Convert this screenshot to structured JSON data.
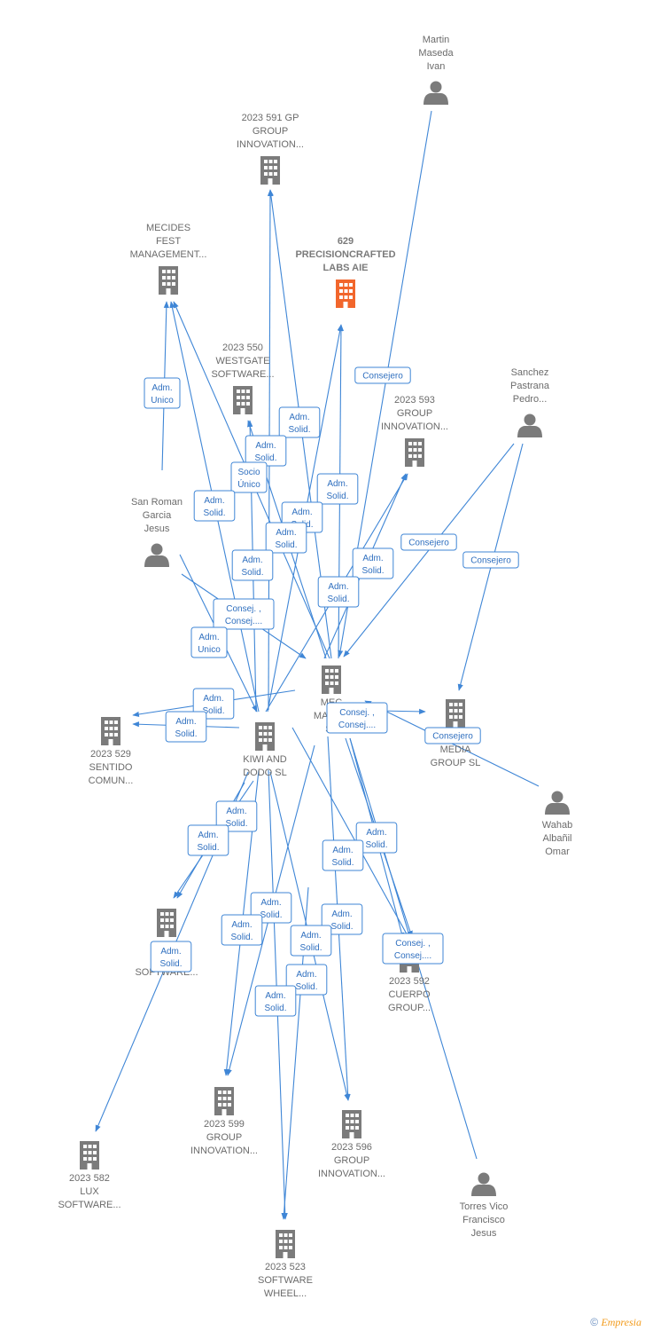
{
  "colors": {
    "edge": "#3f86d6",
    "node": "#7b7b7b",
    "focus": "#f2662c"
  },
  "footer": {
    "copyright": "©",
    "brand": "Empresia"
  },
  "nodes": [
    {
      "id": "martin",
      "kind": "person",
      "label": [
        "Martin",
        "Maseda",
        "Ivan"
      ]
    },
    {
      "id": "gp591",
      "kind": "company",
      "label": [
        "2023 591 GP",
        "GROUP",
        "INNOVATION..."
      ]
    },
    {
      "id": "mecides_fest",
      "kind": "company",
      "label": [
        "MECIDES",
        "FEST",
        "MANAGEMENT..."
      ]
    },
    {
      "id": "focus629",
      "kind": "focus",
      "label": [
        "629",
        "PRECISIONCRAFTED",
        "LABS AIE"
      ]
    },
    {
      "id": "westgate",
      "kind": "company",
      "label": [
        "2023 550",
        "WESTGATE",
        "SOFTWARE..."
      ]
    },
    {
      "id": "gi593",
      "kind": "company",
      "label": [
        "2023 593",
        "GROUP",
        "INNOVATION..."
      ]
    },
    {
      "id": "sanchez",
      "kind": "person",
      "label": [
        "Sanchez",
        "Pastrana",
        "Pedro..."
      ]
    },
    {
      "id": "sanroman",
      "kind": "person",
      "label": [
        "San Roman",
        "Garcia",
        "Jesus"
      ]
    },
    {
      "id": "mec_center",
      "kind": "company",
      "label": [
        "MEC",
        "MANAG",
        "SL"
      ]
    },
    {
      "id": "media",
      "kind": "company",
      "label": [
        "",
        "MEDIA",
        "GROUP  SL"
      ]
    },
    {
      "id": "sentido529",
      "kind": "company",
      "label": [
        "2023 529",
        "SENTIDO",
        "COMUN..."
      ]
    },
    {
      "id": "kiwi",
      "kind": "company",
      "label": [
        "KIWI AND",
        "DODO  SL"
      ]
    },
    {
      "id": "wahab",
      "kind": "person",
      "label": [
        "Wahab",
        "Albañil",
        "Omar"
      ]
    },
    {
      "id": "inn_software",
      "kind": "company",
      "label": [
        "2",
        "IN",
        "SOFTWARE..."
      ]
    },
    {
      "id": "cuerpo592",
      "kind": "company",
      "label": [
        "2023 592",
        "CUERPO",
        "GROUP..."
      ]
    },
    {
      "id": "gi599",
      "kind": "company",
      "label": [
        "2023 599",
        "GROUP",
        "INNOVATION..."
      ]
    },
    {
      "id": "gi596",
      "kind": "company",
      "label": [
        "2023 596",
        "GROUP",
        "INNOVATION..."
      ]
    },
    {
      "id": "lux582",
      "kind": "company",
      "label": [
        "2023 582",
        "LUX",
        "SOFTWARE..."
      ]
    },
    {
      "id": "torres",
      "kind": "person",
      "label": [
        "Torres Vico",
        "Francisco",
        "Jesus"
      ]
    },
    {
      "id": "wheel523",
      "kind": "company",
      "label": [
        "2023 523",
        "SOFTWARE",
        "WHEEL..."
      ]
    }
  ],
  "edge_labels": [
    {
      "id": "l1",
      "lines": [
        "Adm.",
        "Unico"
      ]
    },
    {
      "id": "l2",
      "lines": [
        "Consejero"
      ]
    },
    {
      "id": "l3",
      "lines": [
        "Adm.",
        "Solid."
      ]
    },
    {
      "id": "l4",
      "lines": [
        "Adm.",
        "Solid."
      ]
    },
    {
      "id": "l5",
      "lines": [
        "Socio",
        "Único"
      ]
    },
    {
      "id": "l6",
      "lines": [
        "Adm.",
        "Solid."
      ]
    },
    {
      "id": "l7",
      "lines": [
        "Adm.",
        "Solid."
      ]
    },
    {
      "id": "l8",
      "lines": [
        "Adm.",
        "Solid."
      ]
    },
    {
      "id": "l9",
      "lines": [
        "Consejero"
      ]
    },
    {
      "id": "l10",
      "lines": [
        "Adm.",
        "Solid."
      ]
    },
    {
      "id": "l11",
      "lines": [
        "Adm.",
        "Solid."
      ]
    },
    {
      "id": "l12",
      "lines": [
        "Consejero"
      ]
    },
    {
      "id": "l13",
      "lines": [
        "Adm.",
        "Solid."
      ]
    },
    {
      "id": "l14",
      "lines": [
        "Adm.",
        "Solid."
      ]
    },
    {
      "id": "l15",
      "lines": [
        "Consej. ,",
        "Consej...."
      ]
    },
    {
      "id": "l16",
      "lines": [
        "Adm.",
        "Unico"
      ]
    },
    {
      "id": "l17",
      "lines": [
        "Adm.",
        "Solid."
      ]
    },
    {
      "id": "l18",
      "lines": [
        "Adm.",
        "Solid."
      ]
    },
    {
      "id": "l19",
      "lines": [
        "Consej. ,",
        "Consej...."
      ]
    },
    {
      "id": "l20",
      "lines": [
        "Consejero"
      ]
    },
    {
      "id": "l21",
      "lines": [
        "Adm.",
        "Solid."
      ]
    },
    {
      "id": "l22",
      "lines": [
        "Adm.",
        "Solid."
      ]
    },
    {
      "id": "l23",
      "lines": [
        "Adm.",
        "Solid."
      ]
    },
    {
      "id": "l24",
      "lines": [
        "Adm.",
        "Solid."
      ]
    },
    {
      "id": "l25",
      "lines": [
        "Adm.",
        "Solid."
      ]
    },
    {
      "id": "l26",
      "lines": [
        "Adm.",
        "Solid."
      ]
    },
    {
      "id": "l27",
      "lines": [
        "Adm.",
        "Solid."
      ]
    },
    {
      "id": "l28",
      "lines": [
        "Adm.",
        "Solid."
      ]
    },
    {
      "id": "l29",
      "lines": [
        "Adm.",
        "Solid."
      ]
    },
    {
      "id": "l30",
      "lines": [
        "Consej. ,",
        "Consej...."
      ]
    },
    {
      "id": "l31",
      "lines": [
        "Adm.",
        "Solid."
      ]
    },
    {
      "id": "l32",
      "lines": [
        "Adm.",
        "Solid."
      ]
    }
  ]
}
